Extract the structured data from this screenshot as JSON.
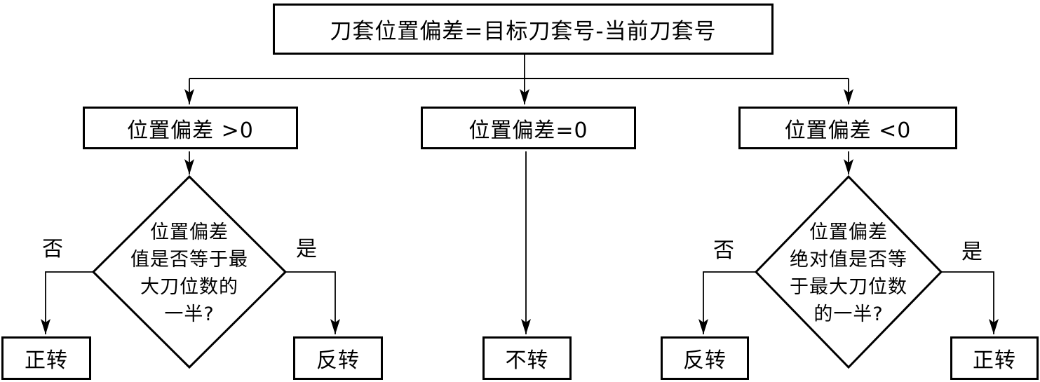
{
  "diagram": {
    "type": "flowchart",
    "title": {
      "label": "刀套位置偏差=目标刀套号-当前刀套号"
    },
    "conditions": [
      {
        "id": "deviation-positive",
        "label": "位置偏差 >0"
      },
      {
        "id": "deviation-zero",
        "label": "位置偏差=0"
      },
      {
        "id": "deviation-negative",
        "label": "位置偏差 <0"
      }
    ],
    "decisions": [
      {
        "id": "left-decision",
        "text": "位置偏差\n值是否等于最\n大刀位数的\n一半?"
      },
      {
        "id": "right-decision",
        "text": "位置偏差\n绝对值是否等\n于最大刀位数\n的一半?"
      }
    ],
    "edge_labels": {
      "left_no": "否",
      "left_yes": "是",
      "right_no": "否",
      "right_yes": "是"
    },
    "results": [
      {
        "id": "left-no-result",
        "label": "正转"
      },
      {
        "id": "left-yes-result",
        "label": "反转"
      },
      {
        "id": "middle-result",
        "label": "不转"
      },
      {
        "id": "right-no-result",
        "label": "反转"
      },
      {
        "id": "right-yes-result",
        "label": "正转"
      }
    ],
    "colors": {
      "line": "#000000",
      "background": "#ffffff",
      "text": "#000000"
    }
  }
}
